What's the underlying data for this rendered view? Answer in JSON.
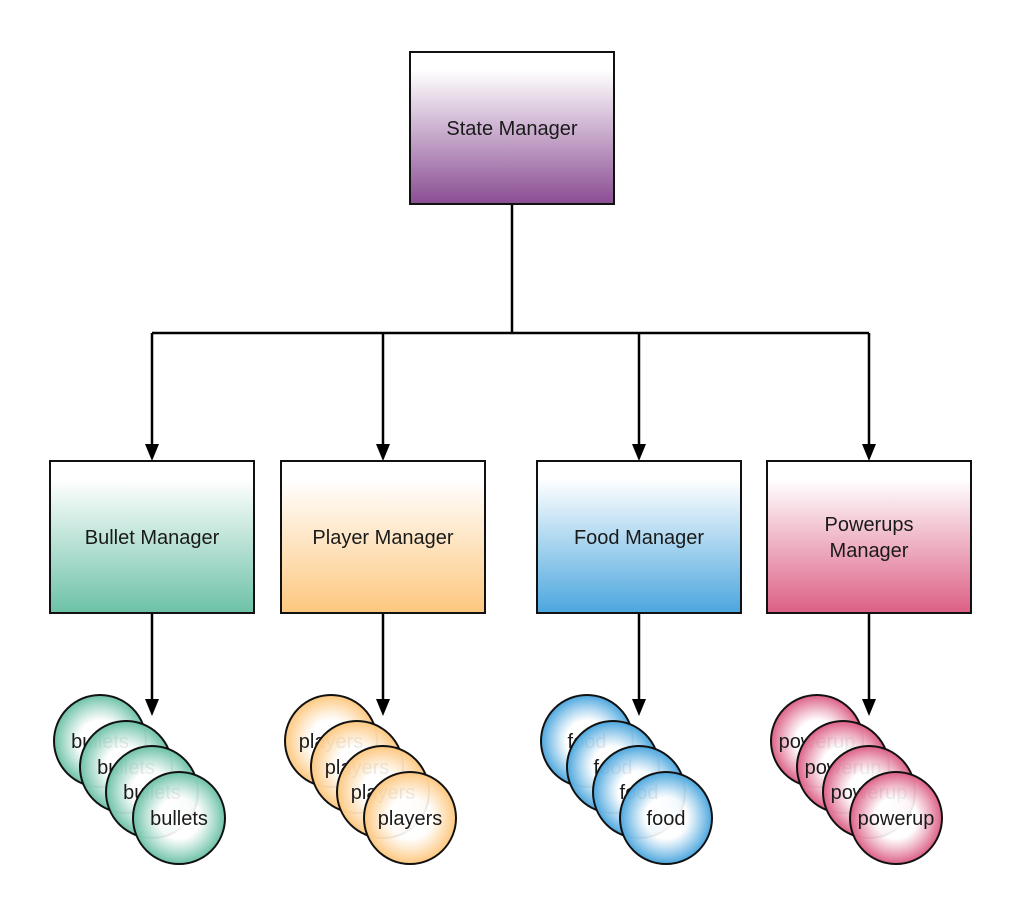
{
  "diagram": {
    "root": {
      "label": "State Manager",
      "color": "#8a4d93"
    },
    "managers": [
      {
        "key": "bullet",
        "label_lines": [
          "Bullet Manager"
        ],
        "color": "#6cc1a7",
        "instance_label": "bullets",
        "instance_count": 4
      },
      {
        "key": "player",
        "label_lines": [
          "Player Manager"
        ],
        "color": "#fdc77e",
        "instance_label": "players",
        "instance_count": 4
      },
      {
        "key": "food",
        "label_lines": [
          "Food Manager"
        ],
        "color": "#4ba6de",
        "instance_label": "food",
        "instance_count": 4
      },
      {
        "key": "powerups",
        "label_lines": [
          "Powerups",
          "Manager"
        ],
        "color": "#dc5f85",
        "instance_label": "powerup",
        "instance_count": 4
      }
    ]
  }
}
